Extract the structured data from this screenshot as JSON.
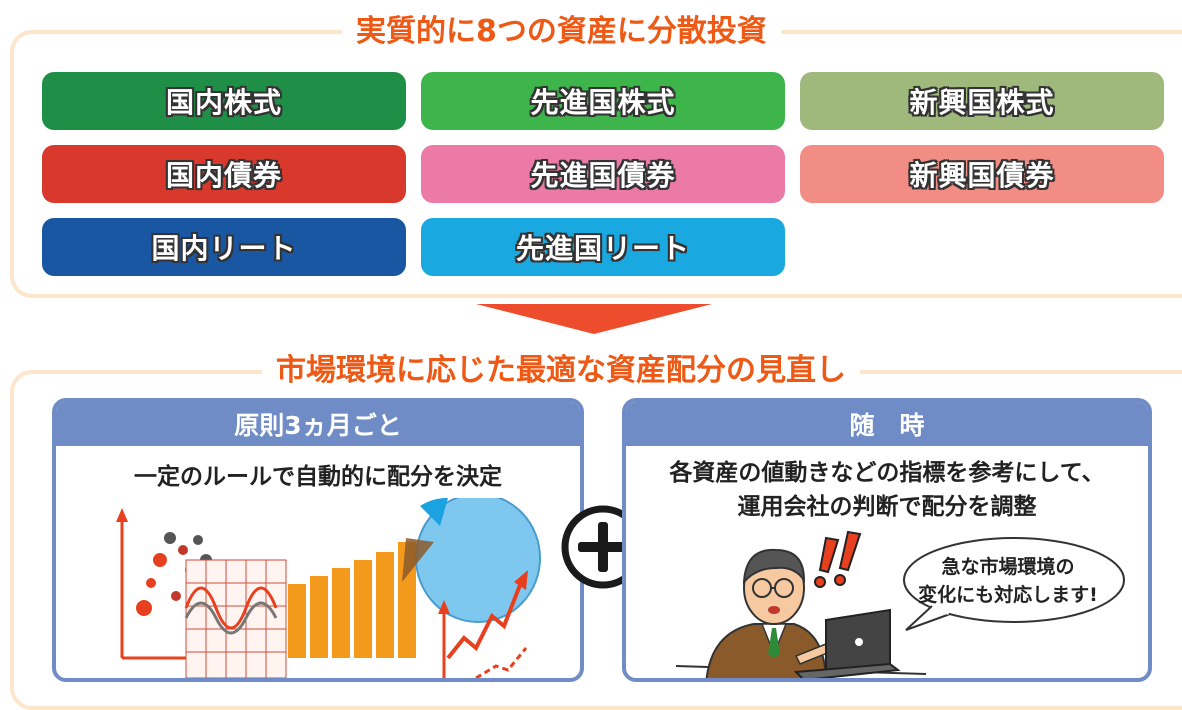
{
  "top_section": {
    "title": "実質的に8つの資産に分散投資",
    "assets": [
      {
        "label": "国内株式",
        "color": "#1f8f48"
      },
      {
        "label": "先進国株式",
        "color": "#3db54a"
      },
      {
        "label": "新興国株式",
        "color": "#9fb87c"
      },
      {
        "label": "国内債券",
        "color": "#d9382c"
      },
      {
        "label": "先進国債券",
        "color": "#ec7aa6"
      },
      {
        "label": "新興国債券",
        "color": "#f28d86"
      },
      {
        "label": "国内リート",
        "color": "#1a57a3"
      },
      {
        "label": "先進国リート",
        "color": "#19a8e0"
      }
    ]
  },
  "bottom_section": {
    "title": "市場環境に応じた最適な資産配分の見直し",
    "left_panel": {
      "header": "原則3ヵ月ごと",
      "text": "一定のルールで自動的に配分を決定"
    },
    "right_panel": {
      "header": "随　時",
      "text_line1": "各資産の値動きなどの指標を参考にして、",
      "text_line2": "運用会社の判断で配分を調整",
      "bubble_line1": "急な市場環境の",
      "bubble_line2": "変化にも対応します!"
    }
  },
  "icons": {
    "plus": "plus-circle-icon",
    "arrow": "down-arrow-icon",
    "person": "analyst-at-laptop-icon",
    "exclamation": "double-exclamation-icon"
  }
}
